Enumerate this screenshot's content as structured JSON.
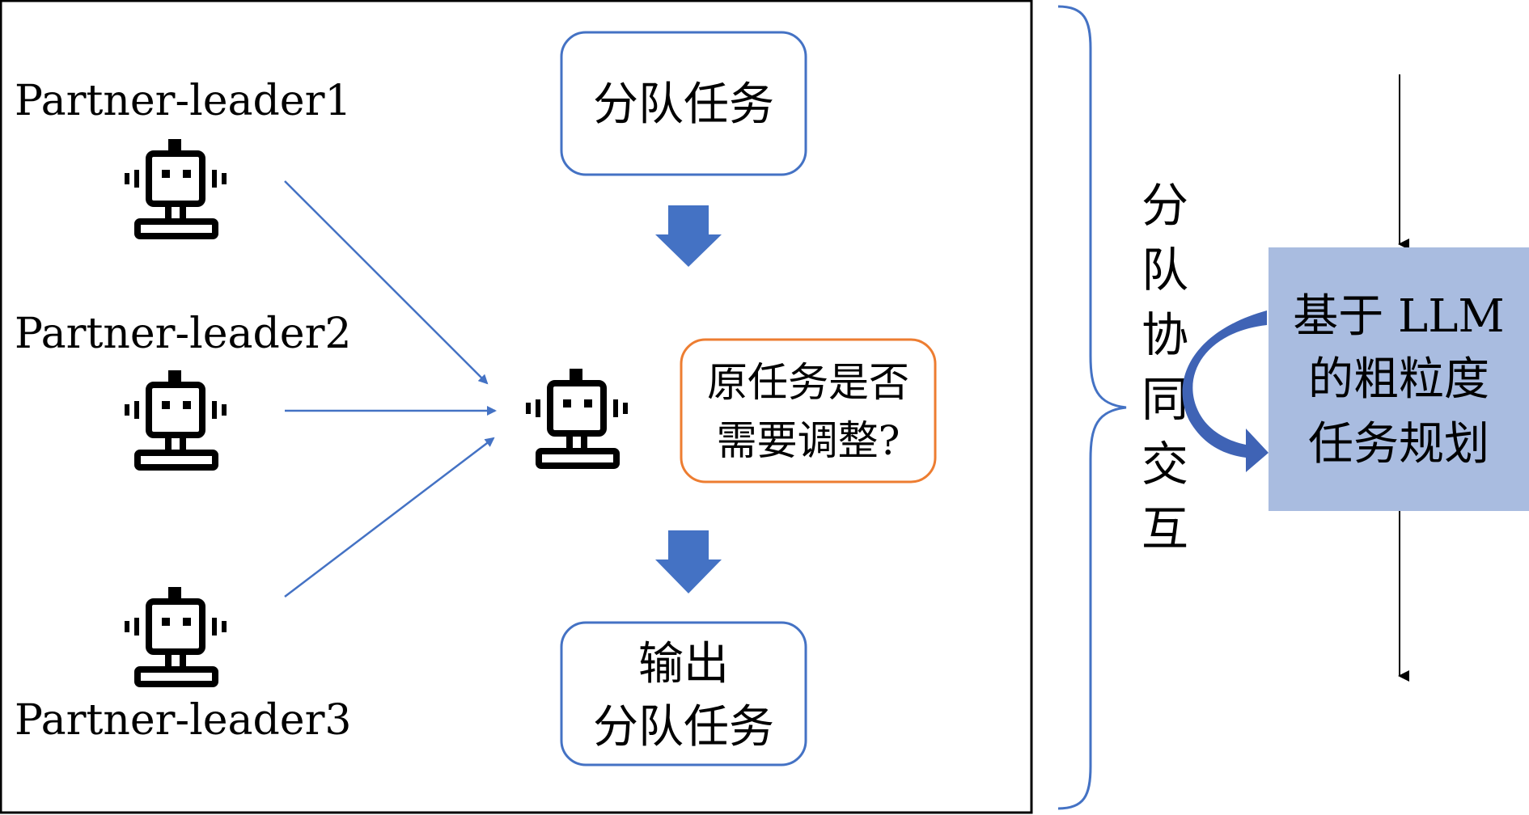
{
  "leaders": [
    {
      "label": "Partner-leader1"
    },
    {
      "label": "Partner-leader2"
    },
    {
      "label": "Partner-leader3"
    }
  ],
  "flow": {
    "input_box": "分队任务",
    "question_line1": "原任务是否",
    "question_line2": "需要调整?",
    "output_line1": "输出",
    "output_line2": "分队任务"
  },
  "brace_label": [
    "分",
    "队",
    "协",
    "同",
    "交",
    "互"
  ],
  "planner": {
    "line1": "基于 LLM",
    "line2": "的粗粒度",
    "line3": "任务规划"
  },
  "colors": {
    "arrow_blue": "#4472c4",
    "box_blue_border": "#4472c4",
    "box_orange_border": "#ed7d31",
    "planner_fill": "#a9bce0",
    "curved_arrow_blue": "#3f63b5"
  },
  "icons": [
    "robot-icon",
    "down-arrow-icon",
    "curved-arrow-icon",
    "brace-icon"
  ]
}
